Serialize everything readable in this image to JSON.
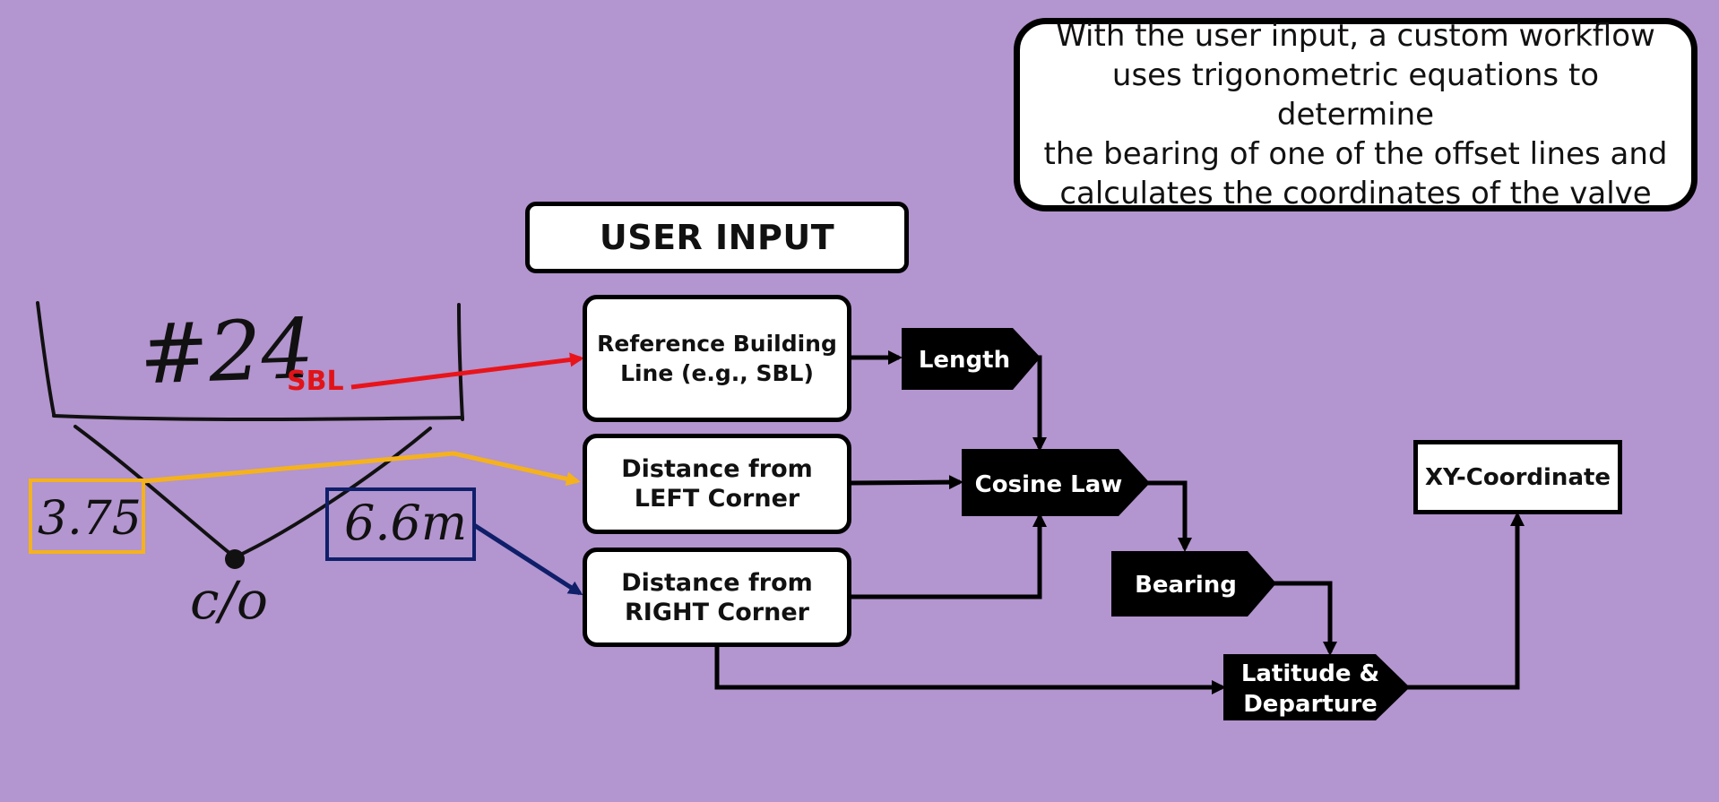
{
  "callout": {
    "lines": [
      "With the user input, a custom workflow",
      "uses trigonometric equations to determine",
      "the bearing of one of the offset lines and",
      "calculates the coordinates of the valve"
    ]
  },
  "user_input_title": "USER INPUT",
  "inputs": {
    "reference": {
      "line1": "Reference Building",
      "line2": "Line (e.g., SBL)"
    },
    "left": {
      "line1": "Distance from",
      "line2": "LEFT Corner"
    },
    "right": {
      "line1": "Distance from",
      "line2": "RIGHT Corner"
    }
  },
  "process": {
    "length": "Length",
    "cosine_law": "Cosine Law",
    "bearing": "Bearing",
    "lat_dep_line1": "Latitude &",
    "lat_dep_line2": "Departure"
  },
  "output": "XY-Coordinate",
  "sketch": {
    "lot_number": "#24",
    "sbl_label": "SBL",
    "left_distance": "3.75",
    "right_distance": "6.6m",
    "valve_label": "c/o"
  },
  "colors": {
    "background": "#b395cf",
    "sbl_arrow": "#e8141a",
    "left_highlight": "#f5b21c",
    "right_highlight": "#0f1f6a"
  }
}
